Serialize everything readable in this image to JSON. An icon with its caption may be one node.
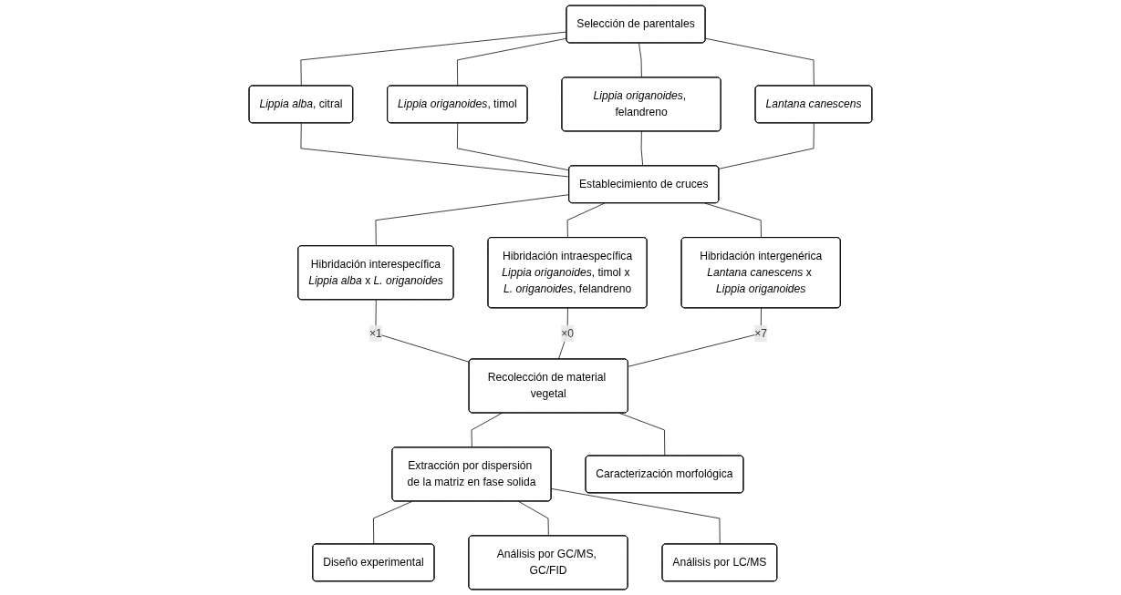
{
  "diagram": {
    "nodes": [
      {
        "text": [
          "Selección de parentales"
        ]
      },
      {
        "text": [
          "*Lippia alba*, citral"
        ]
      },
      {
        "text": [
          "*Lippia origanoides*, timol"
        ]
      },
      {
        "text": [
          "*Lippia origanoides*, felandreno"
        ]
      },
      {
        "text": [
          "*Lantana canescens*"
        ]
      },
      {
        "text": [
          "Establecimiento de cruces"
        ]
      },
      {
        "text": [
          "Hibridación interespecífica",
          "*Lippia alba* x *L. origanoides*"
        ]
      },
      {
        "text": [
          "Hibridación intraespecífica",
          "*Lippia origanoides*, timol x *L. origanoides*, felandreno"
        ]
      },
      {
        "text": [
          "Hibridación intergenérica",
          "*Lantana canescens* x *Lippia origanoides*"
        ]
      },
      {
        "text": [
          "Recolección de material vegetal"
        ]
      },
      {
        "text": [
          "Extracción por dispersión de la matriz en fase solida"
        ]
      },
      {
        "text": [
          "Diseño experimental"
        ]
      },
      {
        "text": [
          "Caracterización morfológica"
        ]
      },
      {
        "text": [
          "Análisis por GC/MS, GC/FID"
        ]
      },
      {
        "text": [
          "Análisis por LC/MS"
        ]
      }
    ],
    "edges": [
      {
        "from": 0,
        "to": 1,
        "arrow": "none"
      },
      {
        "from": 0,
        "to": 2,
        "arrow": "none"
      },
      {
        "from": 0,
        "to": 3,
        "arrow": "none"
      },
      {
        "from": 0,
        "to": 4,
        "arrow": "none"
      },
      {
        "from": 1,
        "to": 5,
        "arrow": "none"
      },
      {
        "from": 2,
        "to": 5,
        "arrow": "none"
      },
      {
        "from": 3,
        "to": 5,
        "arrow": "none"
      },
      {
        "from": 4,
        "to": 5,
        "arrow": "none"
      },
      {
        "from": 5,
        "to": 6,
        "arrow": "none"
      },
      {
        "from": 5,
        "to": 7,
        "arrow": "none"
      },
      {
        "from": 5,
        "to": 8,
        "arrow": "none"
      },
      {
        "from": 6,
        "to": 9,
        "arrow": "none",
        "label": "×1"
      },
      {
        "from": 7,
        "to": 9,
        "arrow": "none",
        "label": "×0"
      },
      {
        "from": 8,
        "to": 9,
        "arrow": "none",
        "label": "×7"
      },
      {
        "from": 9,
        "to": 10,
        "arrow": "none"
      },
      {
        "from": 9,
        "to": 12,
        "arrow": "none"
      },
      {
        "from": 10,
        "to": 11,
        "arrow": "none"
      },
      {
        "from": 10,
        "to": 13,
        "arrow": "none"
      },
      {
        "from": 10,
        "to": 14,
        "arrow": "none"
      }
    ]
  }
}
